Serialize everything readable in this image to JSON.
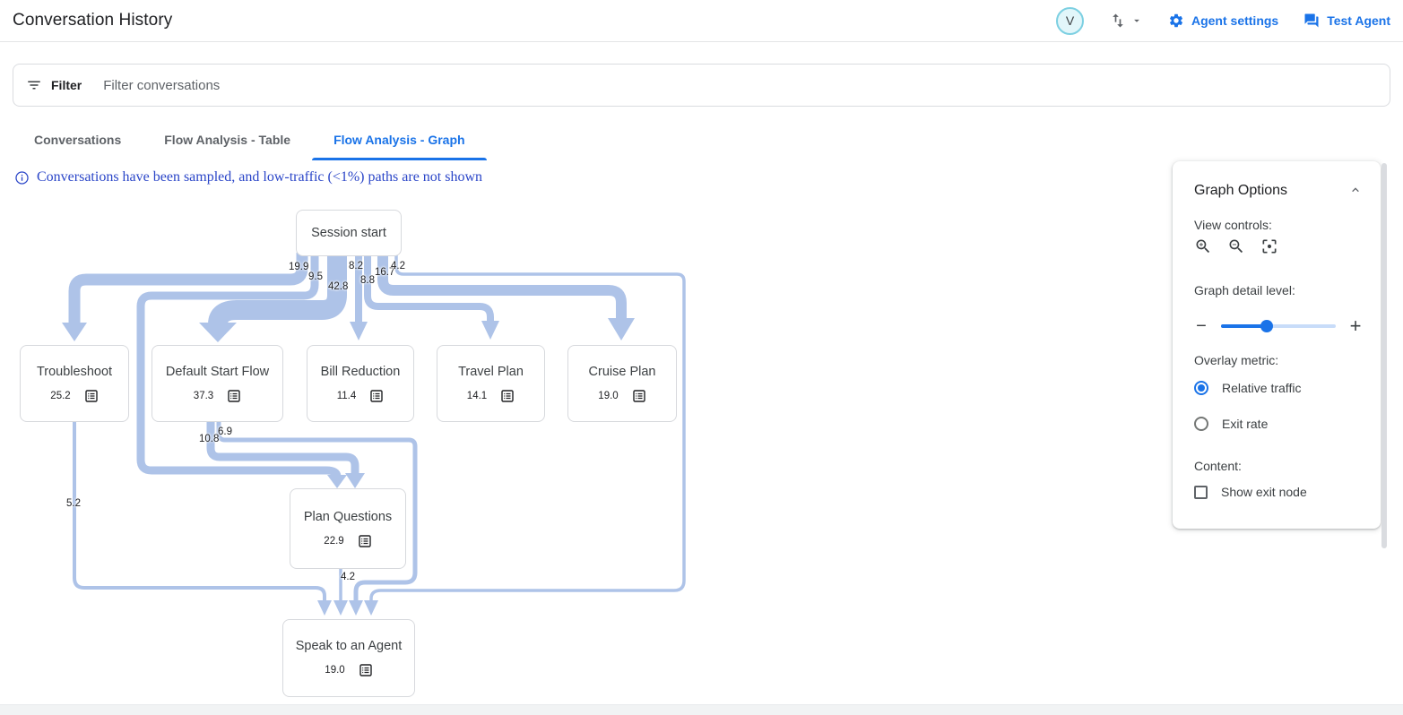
{
  "header": {
    "title": "Conversation History",
    "avatar_letter": "V",
    "agent_settings_label": "Agent settings",
    "test_agent_label": "Test Agent"
  },
  "filter_bar": {
    "label": "Filter",
    "placeholder": "Filter conversations"
  },
  "tabs": [
    {
      "label": "Conversations",
      "active": false
    },
    {
      "label": "Flow Analysis - Table",
      "active": false
    },
    {
      "label": "Flow Analysis - Graph",
      "active": true
    }
  ],
  "notice": {
    "text": "Conversations have been sampled, and low-traffic (<1%) paths are not shown"
  },
  "graph": {
    "nodes": [
      {
        "label": "Session start",
        "value": ""
      },
      {
        "label": "Troubleshoot",
        "value": "25.2"
      },
      {
        "label": "Default Start Flow",
        "value": "37.3"
      },
      {
        "label": "Bill Reduction",
        "value": "11.4"
      },
      {
        "label": "Travel Plan",
        "value": "14.1"
      },
      {
        "label": "Cruise Plan",
        "value": "19.0"
      },
      {
        "label": "Plan Questions",
        "value": "22.9"
      },
      {
        "label": "Speak to an Agent",
        "value": "19.0"
      }
    ],
    "edges": [
      {
        "from": "Session start",
        "to": "Troubleshoot",
        "value": "19.9"
      },
      {
        "from": "Session start",
        "to": "Plan Questions",
        "value": "9.5"
      },
      {
        "from": "Session start",
        "to": "Default Start Flow",
        "value": "42.8"
      },
      {
        "from": "Session start",
        "to": "Bill Reduction",
        "value": "8.2"
      },
      {
        "from": "Session start",
        "to": "Travel Plan",
        "value": "8.8"
      },
      {
        "from": "Session start",
        "to": "Cruise Plan",
        "value": "16.7"
      },
      {
        "from": "Session start",
        "to": "Speak to an Agent",
        "value": "4.2"
      },
      {
        "from": "Default Start Flow",
        "to": "Speak to an Agent",
        "value": "6.9"
      },
      {
        "from": "Default Start Flow",
        "to": "Plan Questions",
        "value": "10.8"
      },
      {
        "from": "Troubleshoot",
        "to": "Speak to an Agent",
        "value": "5.2"
      },
      {
        "from": "Plan Questions",
        "to": "Speak to an Agent",
        "value": "4.2"
      }
    ],
    "edge_labels": [
      "19.9",
      "9.5",
      "42.8",
      "8.2",
      "8.8",
      "16.7",
      "4.2",
      "6.9",
      "10.8",
      "5.2",
      "4.2"
    ],
    "edge_color": "#aec3e8"
  },
  "graph_options": {
    "title": "Graph Options",
    "view_controls_label": "View controls:",
    "detail_label": "Graph detail level:",
    "detail_slider_percent": 40,
    "overlay_label": "Overlay metric:",
    "overlay_options": [
      {
        "label": "Relative traffic",
        "selected": true
      },
      {
        "label": "Exit rate",
        "selected": false
      }
    ],
    "content_label": "Content:",
    "show_exit_label": "Show exit node",
    "show_exit_checked": false
  },
  "colors": {
    "accent_blue": "#1a73e8",
    "edge_blue": "#aec3e8",
    "notice_blue": "#2b46c8"
  }
}
